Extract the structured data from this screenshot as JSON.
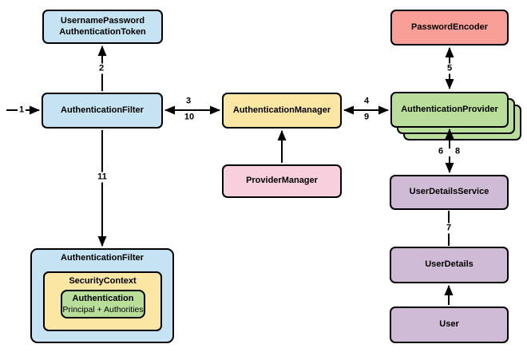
{
  "diagram": {
    "nodes": {
      "username_password_token": {
        "line1": "UsernamePassword",
        "line2": "AuthenticationToken",
        "fill": "#C5E3F3"
      },
      "authentication_filter": {
        "label": "AuthenticationFilter",
        "fill": "#C5E3F3"
      },
      "authentication_manager": {
        "label": "AuthenticationManager",
        "fill": "#FBE7A3"
      },
      "provider_manager": {
        "label": "ProviderManager",
        "fill": "#F8D0DD"
      },
      "password_encoder": {
        "label": "PasswordEncoder",
        "fill": "#F99F97"
      },
      "authentication_provider": {
        "label": "AuthenticationProvider",
        "fill": "#B9DE9A"
      },
      "user_details_service": {
        "label": "UserDetailsService",
        "fill": "#D0BBD6"
      },
      "user_details": {
        "label": "UserDetails",
        "fill": "#D0BBD6"
      },
      "user": {
        "label": "User",
        "fill": "#D0BBD6"
      },
      "authentication_filter_result": {
        "label": "AuthenticationFilter",
        "fill": "#C5E3F3"
      },
      "security_context": {
        "label": "SecurityContext",
        "fill": "#FBE7A3"
      },
      "authentication": {
        "label": "Authentication",
        "sublabel": "Principal + Authorities",
        "fill": "#B9DE9A"
      }
    },
    "edge_labels": {
      "step1": "1",
      "step2": "2",
      "step3": "3",
      "step10": "10",
      "step4": "4",
      "step9": "9",
      "step5": "5",
      "step6": "6",
      "step8": "8",
      "step7": "7",
      "step11": "11"
    },
    "colors": {
      "wire": "#000000",
      "border": "#000000",
      "background": "#FFFFFF"
    }
  }
}
